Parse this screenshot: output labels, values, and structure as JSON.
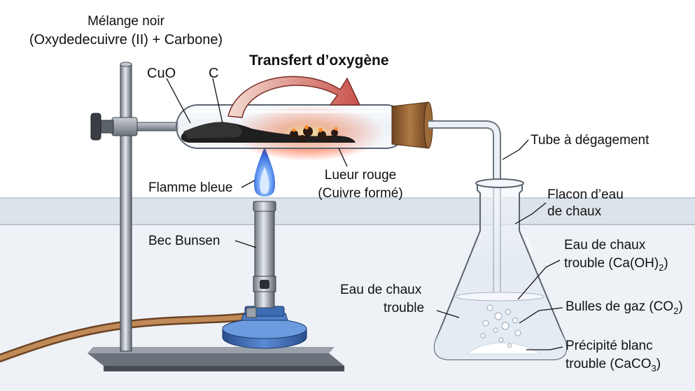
{
  "labels": {
    "mixture_title": "Mélange noir",
    "mixture_detail": "(Oxydedecuivre (II) + Carbone)",
    "cuo": "CuO",
    "c": "C",
    "oxygen_transfer": "Transfert d’oxygène",
    "tube_degagement": "Tube à dégagement",
    "flacon_line1": "Flacon d’eau",
    "flacon_line2": "de chaux",
    "eau_trouble_line1": "Eau de chaux",
    "eau_trouble_prefix": "trouble (Ca(OH)",
    "eau_trouble_sub": "2",
    "eau_trouble_suffix": ")",
    "bulles_prefix": "Bulles de gaz (CO",
    "bulles_sub": "2",
    "bulles_suffix": ")",
    "precipite_line1": "Précipité blanc",
    "precipite_prefix": "trouble (CaCO",
    "precipite_sub": "3",
    "precipite_suffix": ")",
    "flamme": "Flamme bleue",
    "lueur_line1": "Lueur rouge",
    "lueur_line2": "(Cuivre formé)",
    "bec": "Bec Bunsen",
    "eau_left_line1": "Eau de chaux",
    "eau_left_line2": "trouble"
  },
  "colors": {
    "flame": "#2f6fe0",
    "glow": "#ff3b1a",
    "arrow": "#c9524a",
    "burner_base": "#3f6fb5",
    "stopper": "#8a5a2e",
    "hose": "#b07a4a",
    "lime_water": "#e8eef5"
  }
}
